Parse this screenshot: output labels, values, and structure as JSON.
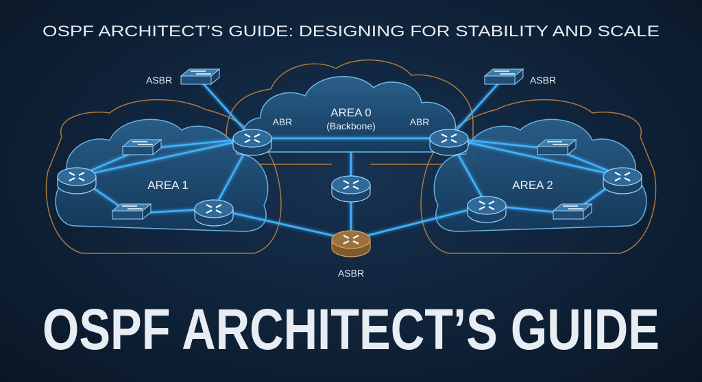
{
  "header": {
    "subtitle": "OSPF ARCHITECT’S GUIDE: DESIGNING FOR STABILITY AND SCALE"
  },
  "footer": {
    "title": "OSPF ARCHITECT’S GUIDE"
  },
  "diagram": {
    "area0": {
      "name": "AREA 0",
      "sub": "(Backbone)"
    },
    "area1": {
      "name": "AREA 1"
    },
    "area2": {
      "name": "AREA 2"
    },
    "abr_left": "ABR",
    "abr_right": "ABR",
    "asbr_left": "ASBR",
    "asbr_right": "ASBR",
    "asbr_bottom": "ASBR"
  },
  "colors": {
    "link": "#3fb4ff",
    "border": "#c98a3c",
    "cloud": "#1d4a70",
    "text": "#e8edf3"
  }
}
